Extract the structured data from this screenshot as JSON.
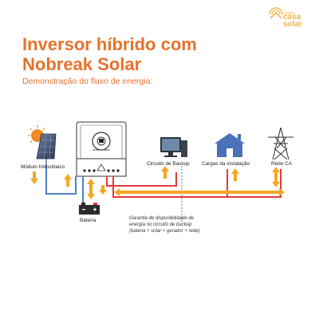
{
  "logo": {
    "small": "mega",
    "line1": "casa",
    "line2": "solar",
    "color": "#f2b54a"
  },
  "header": {
    "title_line1": "Inversor híbrido com",
    "title_line2": "Nobreak Solar",
    "subtitle": "Demonstração do fluxo de energia:"
  },
  "labels": {
    "solar_module": "Módulo fotovoltaico",
    "battery": "Bateria",
    "backup_circuit": "Circuito de Backup",
    "loads": "Cargas da instalação",
    "grid": "Rede CA"
  },
  "note": {
    "line1": "Garantia de disponibilidade de",
    "line2": "energia no circuito de backup",
    "line3": "(bateria + solar + gerador + rede)"
  },
  "colors": {
    "accent": "#e8712a",
    "arrow": "#f5a623",
    "red_line": "#e23b3b",
    "blue_line": "#4a80c8",
    "house": "#4a72b8"
  }
}
